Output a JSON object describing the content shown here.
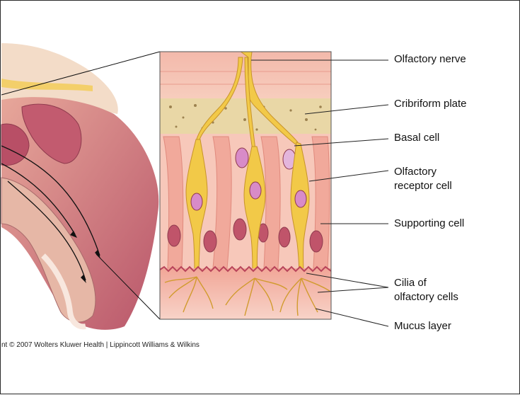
{
  "labels": {
    "olfactory_nerve": "Olfactory nerve",
    "cribriform_plate": "Cribriform plate",
    "basal_cell": "Basal cell",
    "olfactory_receptor_cell_line1": "Olfactory",
    "olfactory_receptor_cell_line2": "receptor cell",
    "supporting_cell": "Supporting cell",
    "cilia_line1": "Cilia of",
    "cilia_line2": "olfactory cells",
    "mucus_layer": "Mucus layer"
  },
  "credit": "nt © 2007 Wolters Kluwer Health | Lippincott Williams & Wilkins",
  "colors": {
    "nerve": "#f2c948",
    "nerve_outline": "#c7932a",
    "epithelium": "#f6c2b4",
    "supporting_cell": "#f1a99b",
    "nucleus": "#c0546a",
    "receptor_nucleus": "#d88bc8",
    "plate": "#e9d7a6",
    "mucus": "#f3b3a6"
  }
}
